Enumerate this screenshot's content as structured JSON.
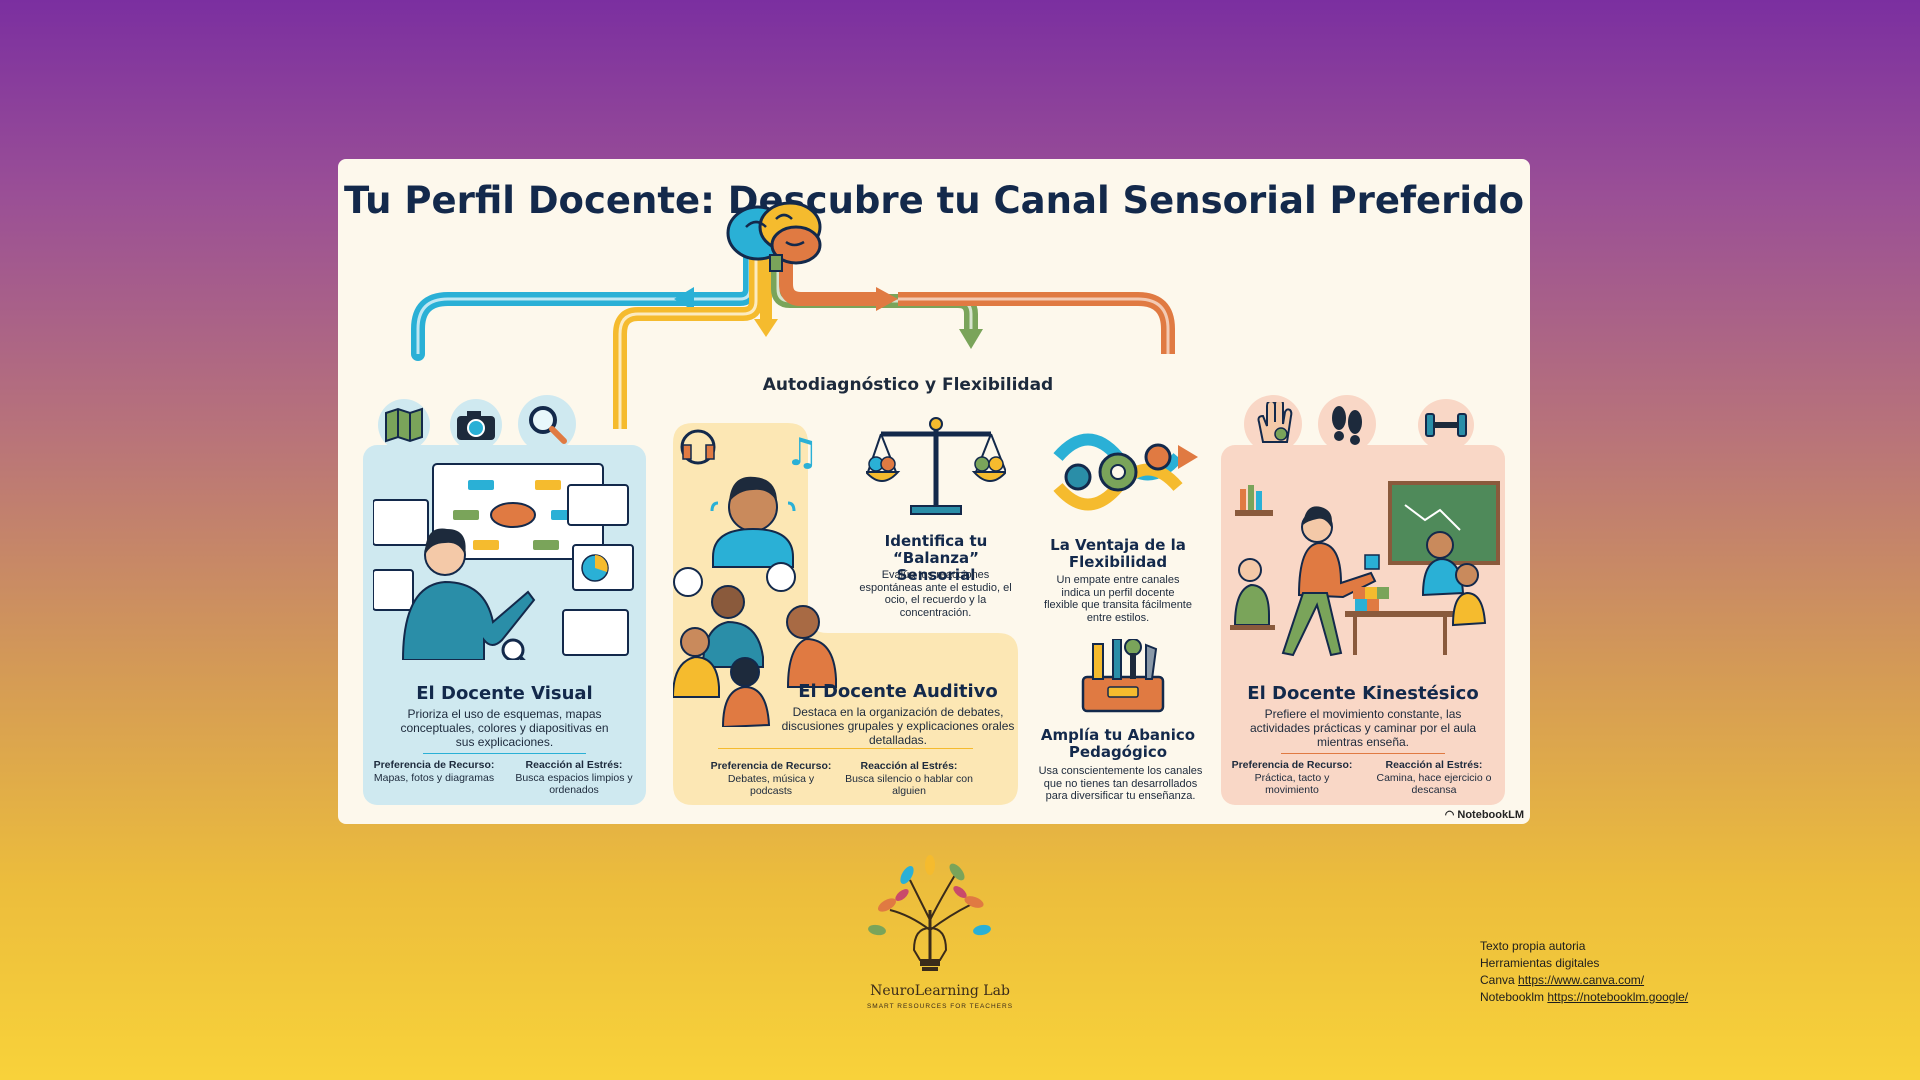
{
  "title": "Tu Perfil Docente: Descubre tu Canal Sensorial Preferido",
  "center_label": "Autodiagnóstico y Flexibilidad",
  "visual": {
    "title": "El Docente Visual",
    "desc": "Prioriza el uso de esquemas, mapas conceptuales, colores y diapositivas en sus explicaciones.",
    "pref_label": "Preferencia de Recurso:",
    "pref_value": "Mapas, fotos y diagramas",
    "stress_label": "Reacción al Estrés:",
    "stress_value": "Busca espacios limpios y ordenados"
  },
  "auditivo": {
    "title": "El Docente Auditivo",
    "desc": "Destaca en la organización de debates, discusiones grupales y explicaciones orales detalladas.",
    "pref_label": "Preferencia de Recurso:",
    "pref_value": "Debates, música y podcasts",
    "stress_label": "Reacción al Estrés:",
    "stress_value": "Busca silencio o hablar con alguien"
  },
  "balanza": {
    "title": "Identifica tu “Balanza” Sensorial",
    "desc": "Evalúa tus reacciones espontáneas ante el estudio, el ocio, el recuerdo y la concentración."
  },
  "flexibilidad": {
    "title": "La Ventaja de la Flexibilidad",
    "desc": "Un empate entre canales indica un perfil docente flexible que transita fácilmente entre estilos."
  },
  "abanico": {
    "title": "Amplía tu Abanico Pedagógico",
    "desc": "Usa conscientemente los canales que no tienes tan desarrollados para diversificar tu enseñanza."
  },
  "kinestesico": {
    "title": "El Docente Kinestésico",
    "desc": "Prefiere el movimiento constante, las actividades prácticas y caminar por el aula mientras enseña.",
    "pref_label": "Preferencia de Recurso:",
    "pref_value": "Práctica, tacto y movimiento",
    "stress_label": "Reacción al Estrés:",
    "stress_value": "Camina, hace ejercicio o descansa"
  },
  "watermark": "NotebookLM",
  "logo": {
    "name": "NeuroLearning Lab",
    "tagline": "SMART RESOURCES FOR TEACHERS"
  },
  "credits": {
    "line1": "Texto propia autoria",
    "line2": "Herramientas digitales",
    "canva_label": "Canva",
    "canva_url": "https://www.canva.com/",
    "notebook_label": "Notebooklm",
    "notebook_url": "https://notebooklm.google/"
  },
  "colors": {
    "visual": "#2ab0d6",
    "auditivo": "#f5bb2e",
    "kinestesico": "#e07a42",
    "flex": "#7aa45a",
    "title": "#13294b"
  }
}
